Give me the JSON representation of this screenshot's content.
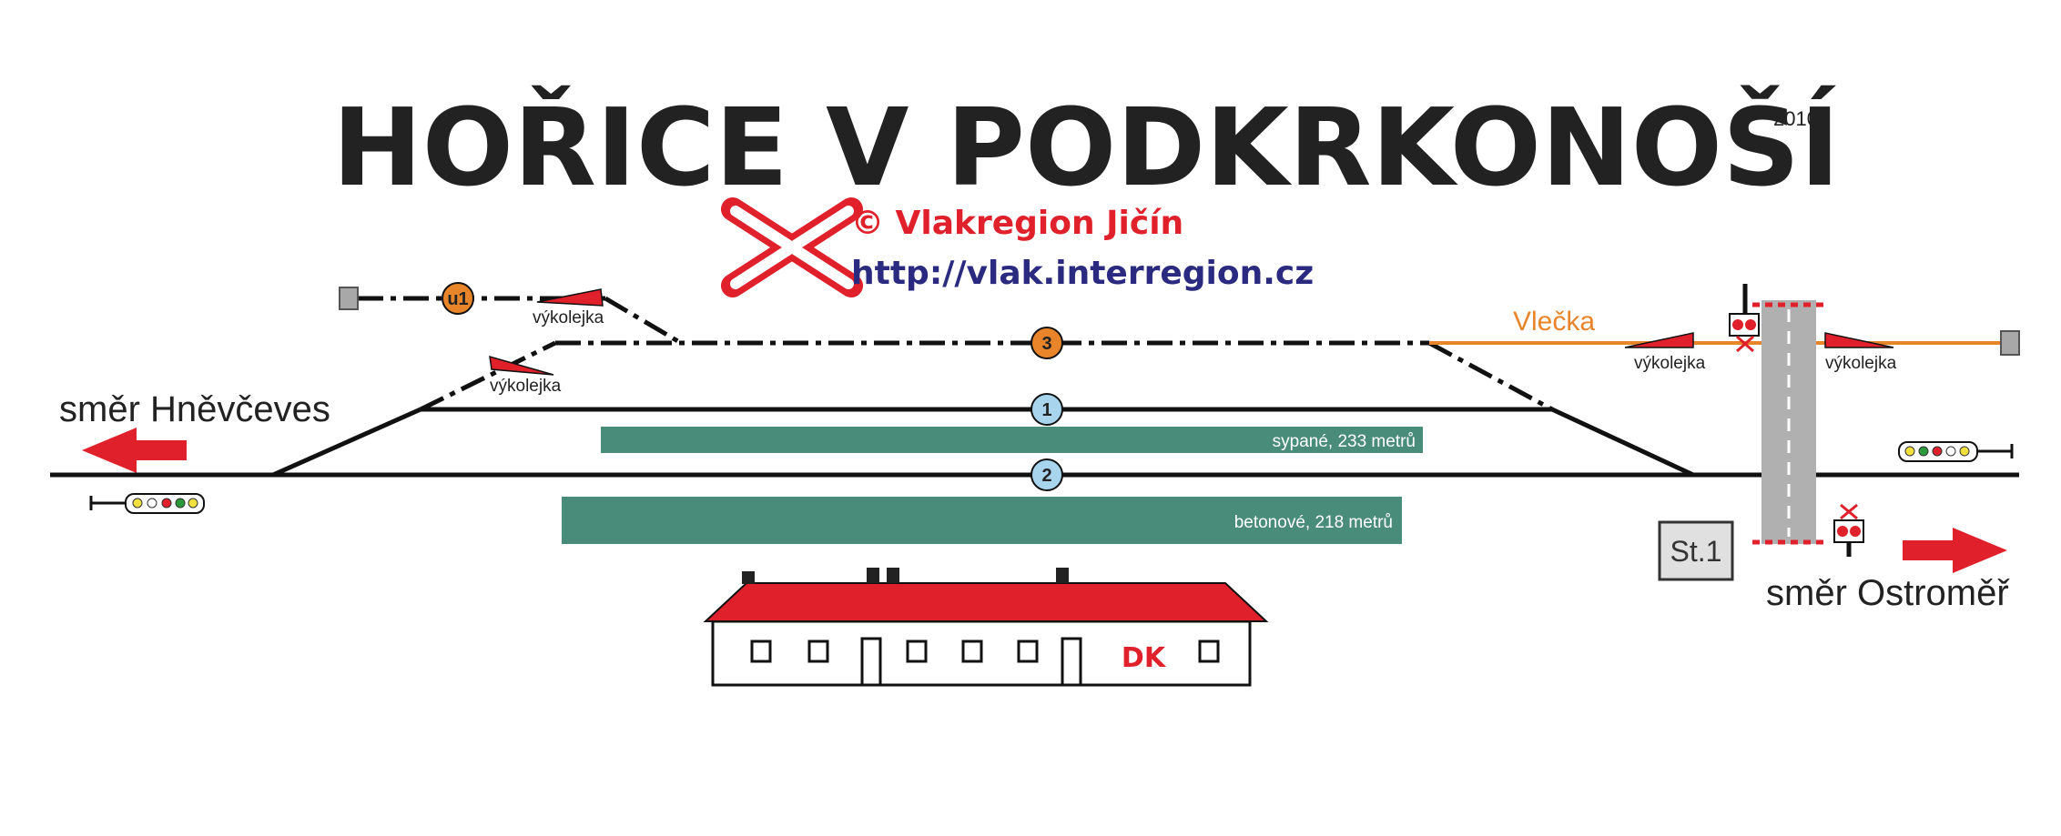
{
  "title": "HOŘICE V PODKRKONOŠÍ",
  "year": "2010",
  "copyright": "© Vlakregion Jičín",
  "url": "http://vlak.interregion.cz",
  "direction_left": "směr Hněvčeves",
  "direction_right": "směr Ostroměř",
  "vlecka_label": "Vlečka",
  "derailer_label": "výkolejka",
  "tracks": {
    "u1": "u1",
    "t1": "1",
    "t2": "2",
    "t3": "3"
  },
  "platforms": {
    "p1": "sypané, 233 metrů",
    "p2": "betonové, 218 metrů"
  },
  "station_building_label": "DK",
  "signal_box_label": "St.1",
  "colors": {
    "track": "#111111",
    "siding": "#e8852a",
    "platform": "#4a8c7a",
    "roof": "#e0202a",
    "arrow": "#e0202a",
    "title": "#222222",
    "url": "#2a2a80",
    "track_circle_main": "#a8d4ee",
    "track_circle_aux": "#e8852a",
    "road": "#b0b0b0"
  },
  "icons": [
    "level-crossing-logo-icon",
    "signal-icon",
    "derailer-icon",
    "buffer-stop-icon",
    "arrow-left-icon",
    "arrow-right-icon"
  ]
}
